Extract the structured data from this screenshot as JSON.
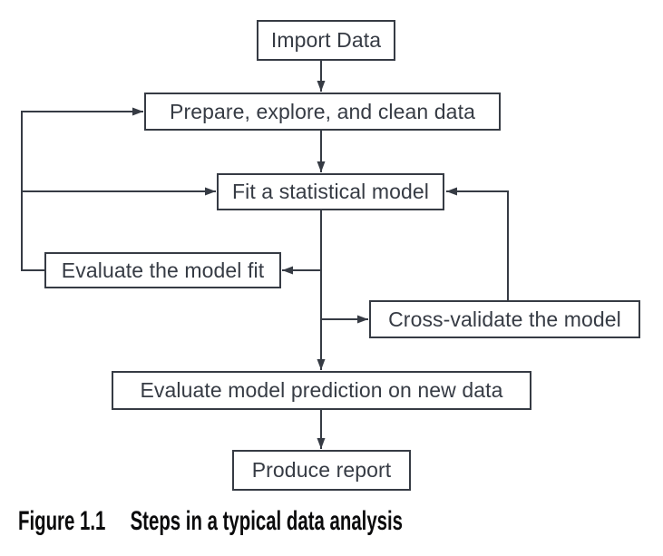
{
  "figure": {
    "nodes": {
      "import": "Import Data",
      "prepare": "Prepare, explore, and clean data",
      "fit": "Fit a statistical model",
      "evaluate_fit": "Evaluate the model fit",
      "cross_validate": "Cross-validate the model",
      "evaluate_prediction": "Evaluate model prediction on new data",
      "produce_report": "Produce report"
    },
    "edges": [
      {
        "from": "import",
        "to": "prepare"
      },
      {
        "from": "prepare",
        "to": "fit"
      },
      {
        "from": "fit",
        "to": "evaluate_fit"
      },
      {
        "from": "fit",
        "to": "cross_validate"
      },
      {
        "from": "fit",
        "to": "evaluate_prediction"
      },
      {
        "from": "evaluate_fit",
        "to": "prepare"
      },
      {
        "from": "evaluate_fit",
        "to": "fit"
      },
      {
        "from": "cross_validate",
        "to": "fit"
      },
      {
        "from": "evaluate_prediction",
        "to": "produce_report"
      }
    ],
    "caption": {
      "label": "Figure 1.1",
      "title": "Steps in a typical data analysis"
    },
    "colors": {
      "stroke": "#363b44",
      "node_text": "#363b44",
      "caption_text": "#0b0b0c",
      "background": "#ffffff"
    }
  }
}
